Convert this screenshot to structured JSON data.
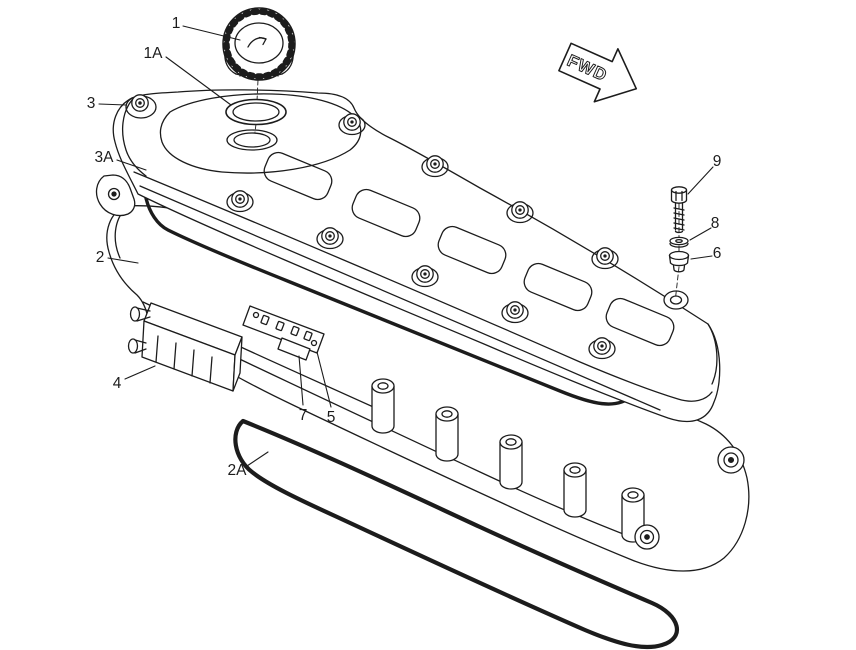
{
  "figure": {
    "fwd_label": "FWD",
    "callouts": [
      {
        "id": "1",
        "label": "1"
      },
      {
        "id": "1a",
        "label": "1A"
      },
      {
        "id": "3",
        "label": "3"
      },
      {
        "id": "3a",
        "label": "3A"
      },
      {
        "id": "2",
        "label": "2"
      },
      {
        "id": "4",
        "label": "4"
      },
      {
        "id": "7",
        "label": "7"
      },
      {
        "id": "5",
        "label": "5"
      },
      {
        "id": "2a",
        "label": "2A"
      },
      {
        "id": "9",
        "label": "9"
      },
      {
        "id": "8",
        "label": "8"
      },
      {
        "id": "6",
        "label": "6"
      }
    ],
    "colors": {
      "line": "#1c1c1c",
      "background": "#ffffff",
      "gasket": "#0d0d0d"
    }
  }
}
